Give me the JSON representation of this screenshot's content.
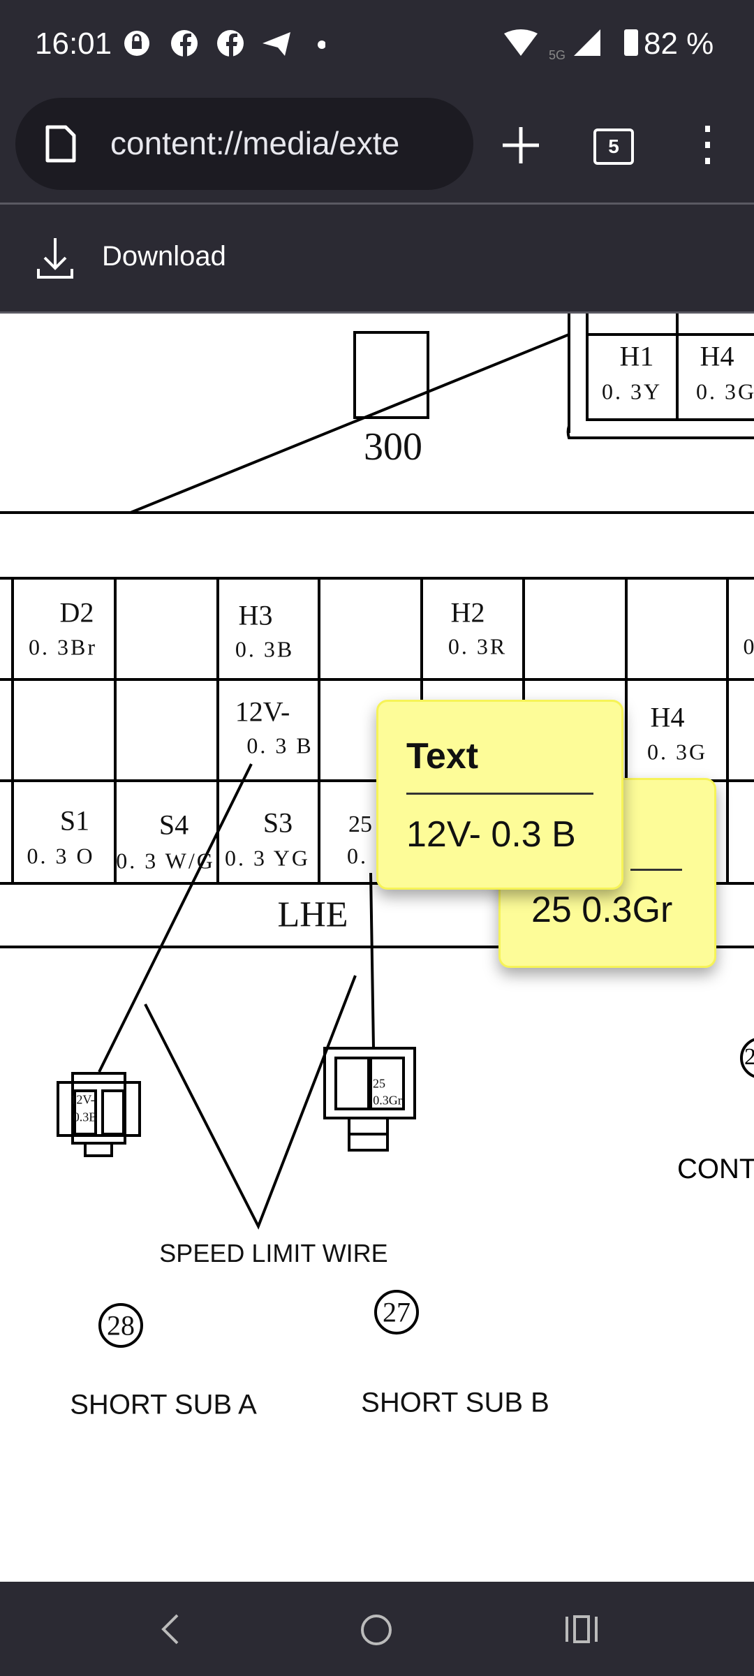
{
  "status_bar": {
    "time": "16:01",
    "notification_icons": [
      "messenger-lock-icon",
      "facebook-icon",
      "facebook-icon",
      "telegram-icon",
      "dot-icon"
    ],
    "network": "5G",
    "battery": "82 %"
  },
  "browser": {
    "url": "content://media/exte",
    "tab_count": "5",
    "download_label": "Download"
  },
  "diagram": {
    "top_box_label": "300",
    "top_right_cells": [
      {
        "code": "H1",
        "wire": "0. 3Y"
      },
      {
        "code": "H4",
        "wire": "0. 3G"
      }
    ],
    "table_row1": [
      {
        "code": "D2",
        "wire": "0. 3Br"
      },
      {
        "code": "H3",
        "wire": "0. 3B"
      },
      {
        "code": "H2",
        "wire": "0. 3R"
      },
      {
        "code": "",
        "wire": "0"
      }
    ],
    "table_row2": [
      {
        "code": "12V-",
        "wire": "0. 3 B"
      },
      {
        "code": "H4",
        "wire": "0. 3G"
      }
    ],
    "table_row3": [
      {
        "code": "S1",
        "wire": "0. 3  O"
      },
      {
        "code": "S4",
        "wire": "0. 3  W/G"
      },
      {
        "code": "S3",
        "wire": "0. 3  YG"
      },
      {
        "code": "25",
        "wire": "0."
      }
    ],
    "connector_label": "LHE",
    "connector_a_text": [
      "12V-",
      "0.3B"
    ],
    "connector_b_text": [
      "25",
      "0.3Gr"
    ],
    "speed_limit_label": "SPEED LIMIT WIRE",
    "badge_28": "28",
    "badge_27": "27",
    "short_sub_a": "SHORT SUB A",
    "short_sub_b": "SHORT SUB B",
    "cont_label": "CONT"
  },
  "popups": [
    {
      "title": "Text",
      "content": "12V- 0.3 B"
    },
    {
      "content": "25 0.3Gr"
    }
  ],
  "colors": {
    "chrome": "#2b2a33",
    "note": "#fdfc98"
  }
}
